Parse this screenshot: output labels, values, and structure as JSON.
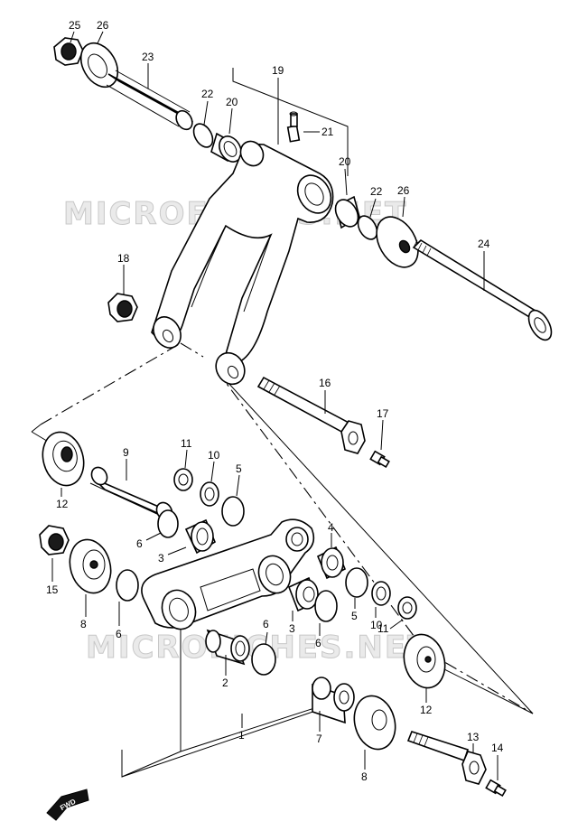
{
  "watermark": "MICROFICHES.NET",
  "direction_label": "FWD",
  "parts": {
    "p1": "1",
    "p2": "2",
    "p3a": "3",
    "p3b": "3",
    "p4": "4",
    "p5a": "5",
    "p5b": "5",
    "p6a": "6",
    "p6b": "6",
    "p6c": "6",
    "p6d": "6",
    "p7": "7",
    "p8a": "8",
    "p8b": "8",
    "p9": "9",
    "p10a": "10",
    "p10b": "10",
    "p11a": "11",
    "p11b": "11",
    "p12a": "12",
    "p12b": "12",
    "p13": "13",
    "p14": "14",
    "p15": "15",
    "p16": "16",
    "p17": "17",
    "p18": "18",
    "p19": "19",
    "p20a": "20",
    "p20b": "20",
    "p21": "21",
    "p22a": "22",
    "p22b": "22",
    "p23": "23",
    "p24": "24",
    "p25": "25",
    "p26a": "26",
    "p26b": "26"
  }
}
